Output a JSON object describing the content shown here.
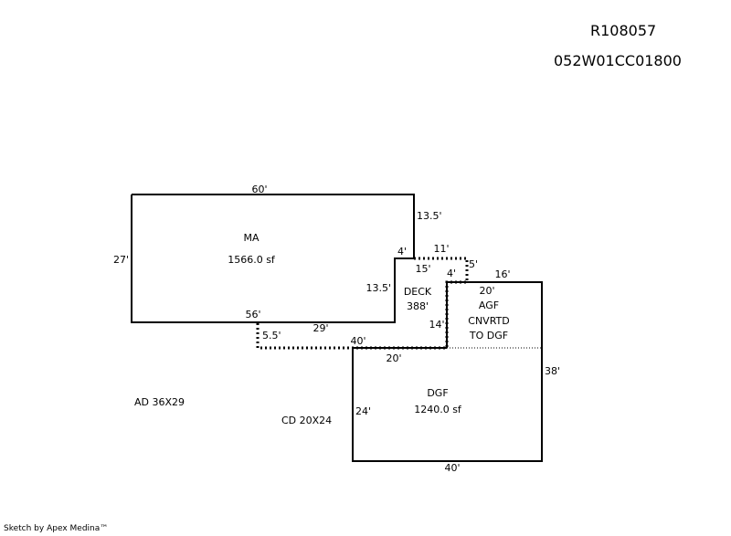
{
  "header": {
    "parcel_id": "R108057",
    "parcel_number": "052W01CC01800"
  },
  "areas": {
    "ma": {
      "code": "MA",
      "area": "1566.0 sf"
    },
    "deck": {
      "code": "DECK",
      "area": "388'"
    },
    "agf": {
      "line1": "AGF",
      "line2": "CNVRTD",
      "line3": "TO DGF"
    },
    "dgf": {
      "code": "DGF",
      "area": "1240.0 sf"
    }
  },
  "dimensions": {
    "ma_top": "60'",
    "ma_right": "13.5'",
    "ma_left": "27'",
    "ma_bottom": "56'",
    "ma_step": "4'",
    "deck_top": "11'",
    "deck_inner": "15'",
    "deck_right_step": "5'",
    "deck_step_top": "4'",
    "deck_left": "13.5'",
    "deck_bottom": "29'",
    "deck_drop": "5.5'",
    "deck_right": "14'",
    "agf_top": "16'",
    "agf_left_top": "20'",
    "dgf_top_left": "40'",
    "dgf_top": "20'",
    "dgf_right": "38'",
    "dgf_left": "24'",
    "dgf_bottom": "40'"
  },
  "other": {
    "ad": "AD 36X29",
    "cd": "CD 20X24"
  },
  "footer": "Sketch by Apex Medina™"
}
